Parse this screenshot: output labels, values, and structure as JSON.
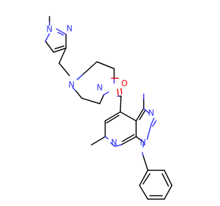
{
  "molecule": {
    "colors": {
      "carbon_bond": "#000000",
      "nitrogen": "#3333ff",
      "oxygen": "#ff0000",
      "background": "#ffffff"
    },
    "atoms": {
      "o_carbonyl": "O",
      "n_piperazine_top": "N",
      "n_piperazine_bottom": "N",
      "n_pyrazole_methyl": "N",
      "n_pyrazole_ring": "N",
      "n_pyrazolopyridine_2": "N",
      "n_pyrazolopyridine_1": "N",
      "n_pyridine": "N"
    }
  }
}
